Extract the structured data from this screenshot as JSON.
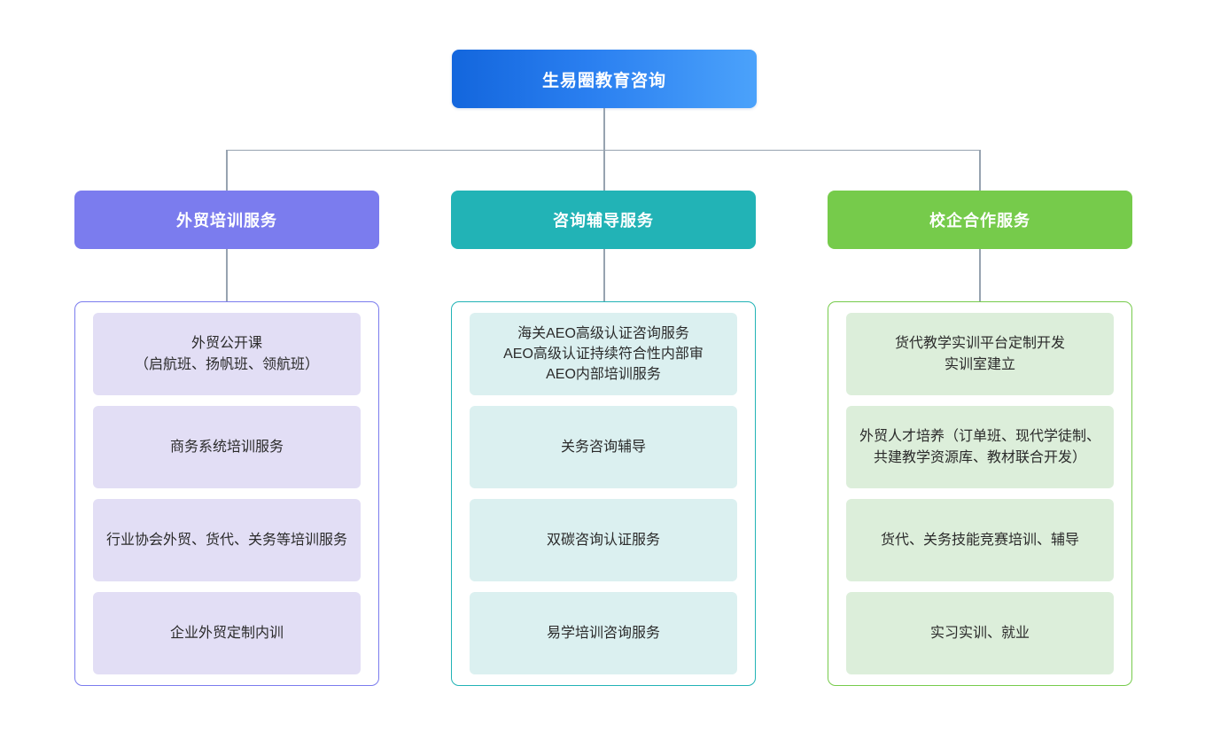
{
  "chart_data": {
    "type": "diagram",
    "title": "生易圈教育咨询 服务架构图",
    "orientation": "top-down-org-chart",
    "levels": 3
  },
  "colors": {
    "root_gradient_start": "#1366dd",
    "root_gradient_end": "#4ba2fb",
    "branch1_header": "#7b7cee",
    "branch2_header": "#22b3b6",
    "branch3_header": "#76cb4b",
    "branch1_item_fill": "#e2def5",
    "branch2_item_fill": "#dbf0f0",
    "branch3_item_fill": "#dceeda",
    "connector_line": "#97a3b0",
    "page_background": "#ffffff",
    "item_text": "#2b2b2b",
    "header_text": "#ffffff"
  },
  "root": {
    "label": "生易圈教育咨询"
  },
  "branches": [
    {
      "header": "外贸培训服务",
      "items": [
        "外贸公开课\n（启航班、扬帆班、领航班）",
        "商务系统培训服务",
        "行业协会外贸、货代、关务等培训服务",
        "企业外贸定制内训"
      ]
    },
    {
      "header": "咨询辅导服务",
      "items": [
        "海关AEO高级认证咨询服务\nAEO高级认证持续符合性内部审\nAEO内部培训服务",
        "关务咨询辅导",
        "双碳咨询认证服务",
        "易学培训咨询服务"
      ]
    },
    {
      "header": "校企合作服务",
      "items": [
        "货代教学实训平台定制开发\n实训室建立",
        "外贸人才培养（订单班、现代学徒制、共建教学资源库、教材联合开发）",
        "货代、关务技能竞赛培训、辅导",
        "实习实训、就业"
      ]
    }
  ]
}
